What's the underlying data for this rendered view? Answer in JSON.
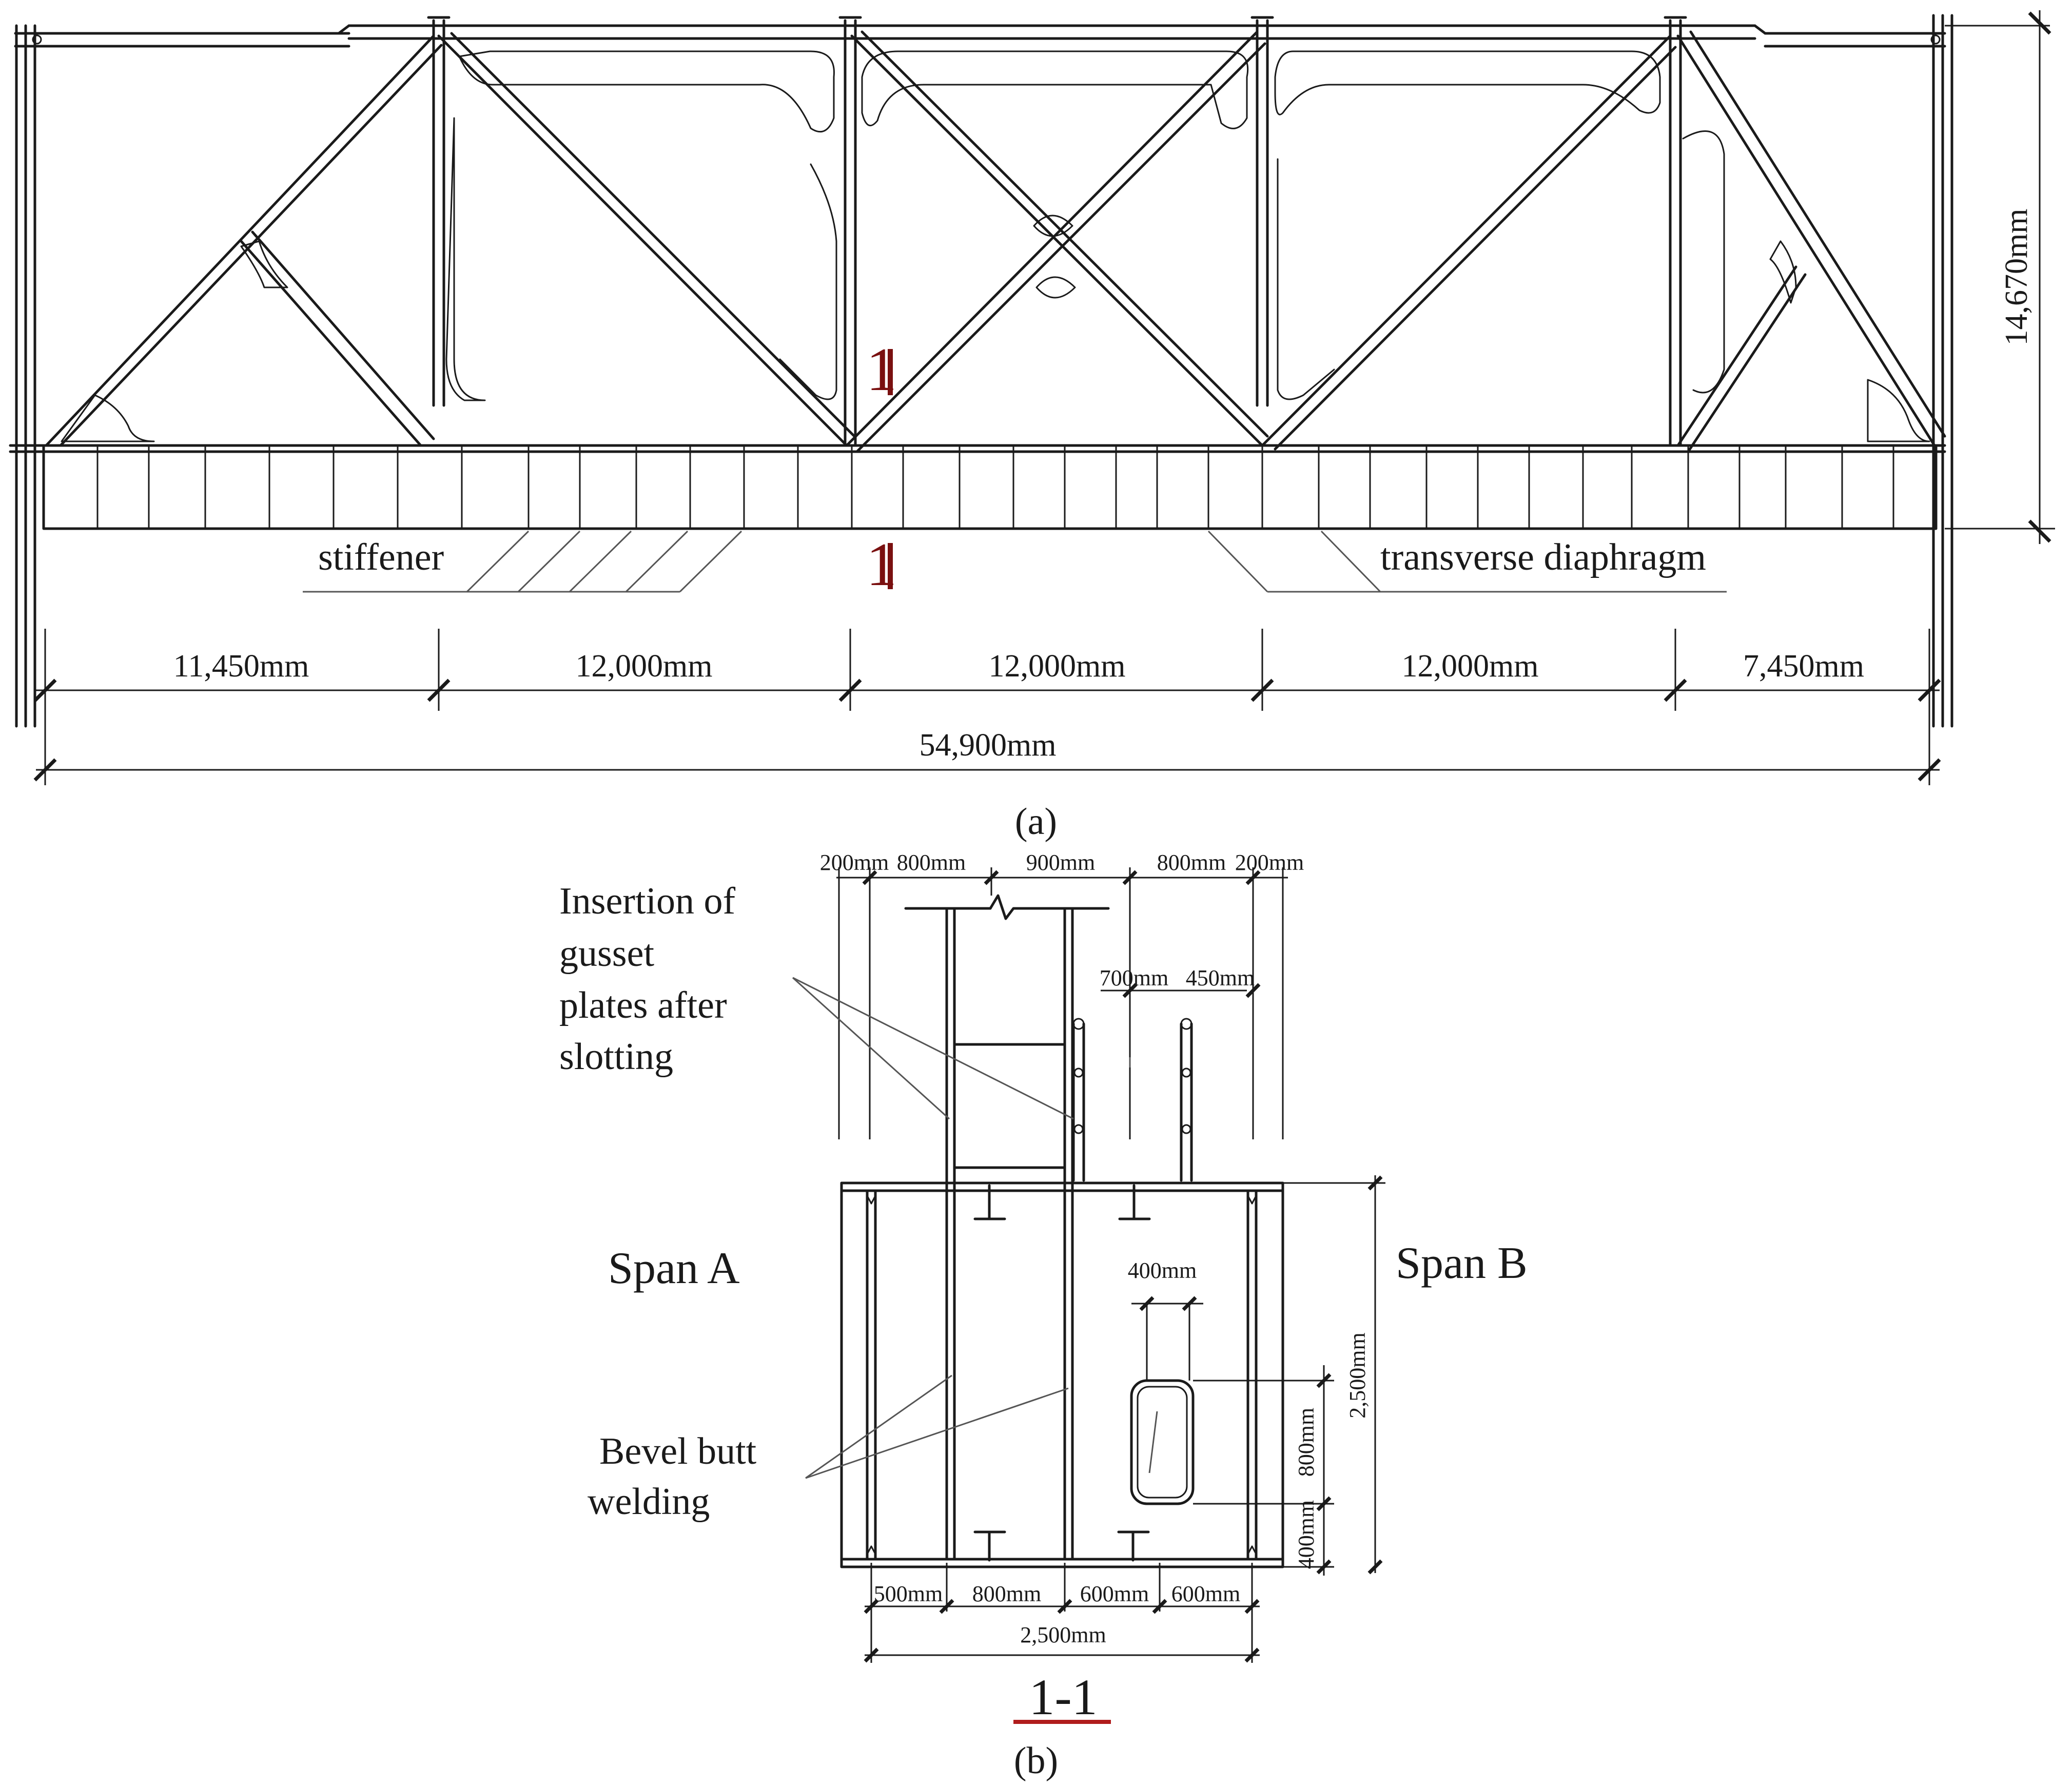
{
  "panel_a": {
    "caption": "(a)",
    "labels": {
      "stiffener": "stiffener",
      "transverse_diaphragm": "transverse diaphragm"
    },
    "section_mark": "1",
    "dimensions": {
      "height": "14,670mm",
      "spans": [
        "11,450mm",
        "12,000mm",
        "12,000mm",
        "12,000mm",
        "7,450mm"
      ],
      "total": "54,900mm"
    },
    "colors": {
      "section_mark": "#7a1010"
    }
  },
  "panel_b": {
    "caption": "(b)",
    "section_title": "1-1",
    "labels": {
      "gusset_line1": "Insertion of",
      "gusset_line2": "gusset",
      "gusset_line3": "plates  after",
      "gusset_line4": "slotting",
      "span_a": "Span A",
      "span_b": "Span B",
      "bevel_line1": "Bevel butt",
      "bevel_line2": "welding"
    },
    "dimensions": {
      "top": [
        "200mm",
        "800mm",
        "900mm",
        "800mm",
        "200mm"
      ],
      "post": [
        "700mm",
        "450mm"
      ],
      "opening_width": "400mm",
      "height": "2,500mm",
      "opening_height": "800mm",
      "opening_offset": "400mm",
      "bottom": [
        "500mm",
        "800mm",
        "600mm",
        "600mm"
      ],
      "bottom_total": "2,500mm"
    },
    "colors": {
      "title_underline": "#b01c1c"
    }
  }
}
